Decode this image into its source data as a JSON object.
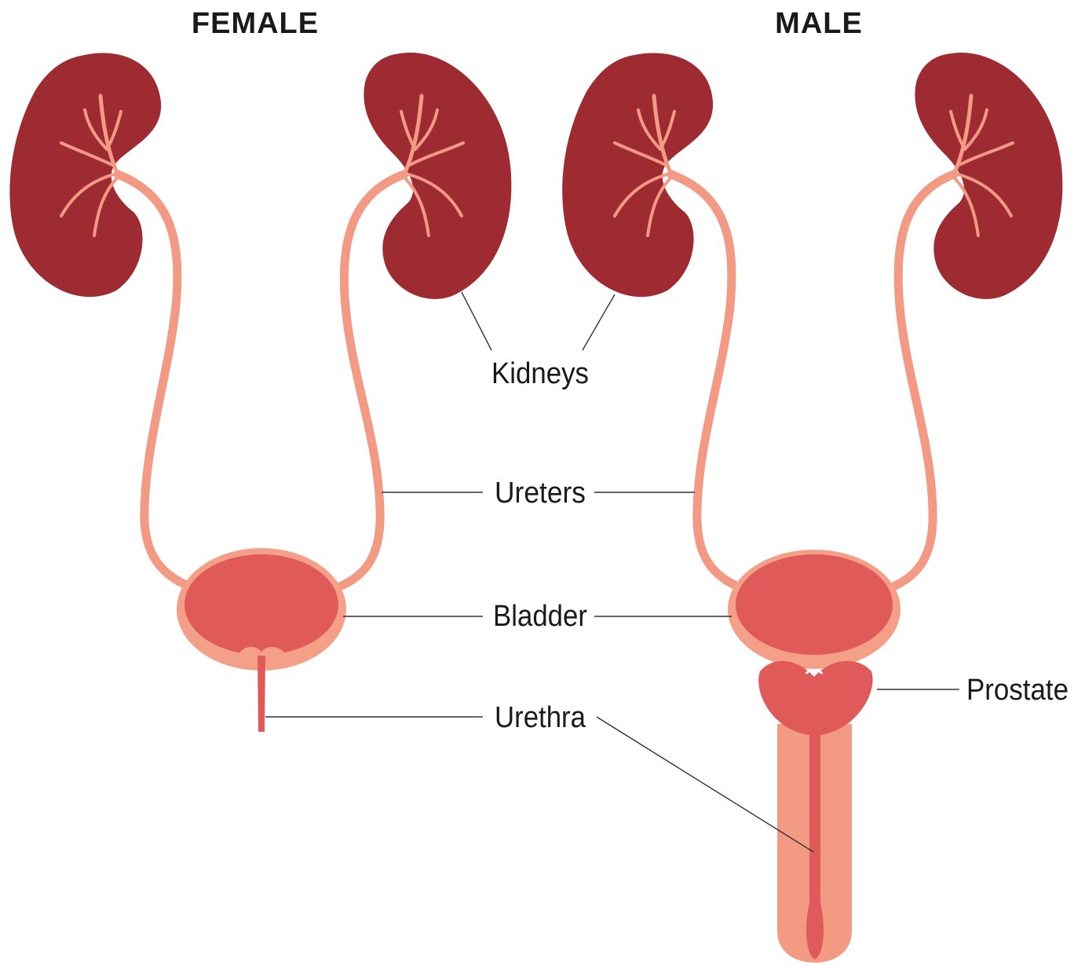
{
  "headings": {
    "female": "FEMALE",
    "male": "MALE"
  },
  "labels": {
    "kidneys": "Kidneys",
    "ureters": "Ureters",
    "bladder": "Bladder",
    "urethra": "Urethra",
    "prostate": "Prostate"
  },
  "colors": {
    "kidney": "#9e2b32",
    "ureter": "#f29a83",
    "bladder_wall": "#f4a088",
    "bladder_fill": "#e05a5a",
    "urethra": "#e05a5a",
    "penis_shaft": "#f29a83",
    "leader_line": "#333333"
  }
}
